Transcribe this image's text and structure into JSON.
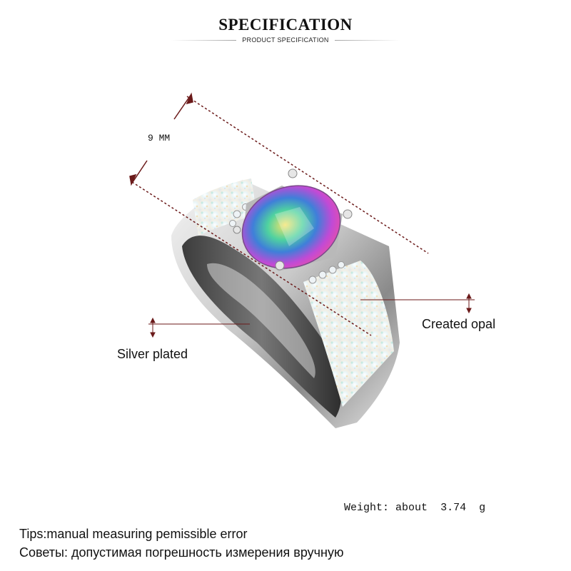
{
  "header": {
    "title": "SPECIFICATION",
    "subtitle": "PRODUCT SPECIFICATION"
  },
  "dimension": {
    "label": "9 MM"
  },
  "callouts": {
    "opal": "Created opal",
    "silver": "Silver plated"
  },
  "weight": {
    "label": "Weight:",
    "about": "about",
    "value": "3.74",
    "unit": "g"
  },
  "tips": {
    "english": "Tips:manual measuring pemissible error",
    "russian": "Советы: допустимая погрешность измерения вручную"
  },
  "colors": {
    "callout_line": "#6b1a1a",
    "text": "#111111"
  }
}
